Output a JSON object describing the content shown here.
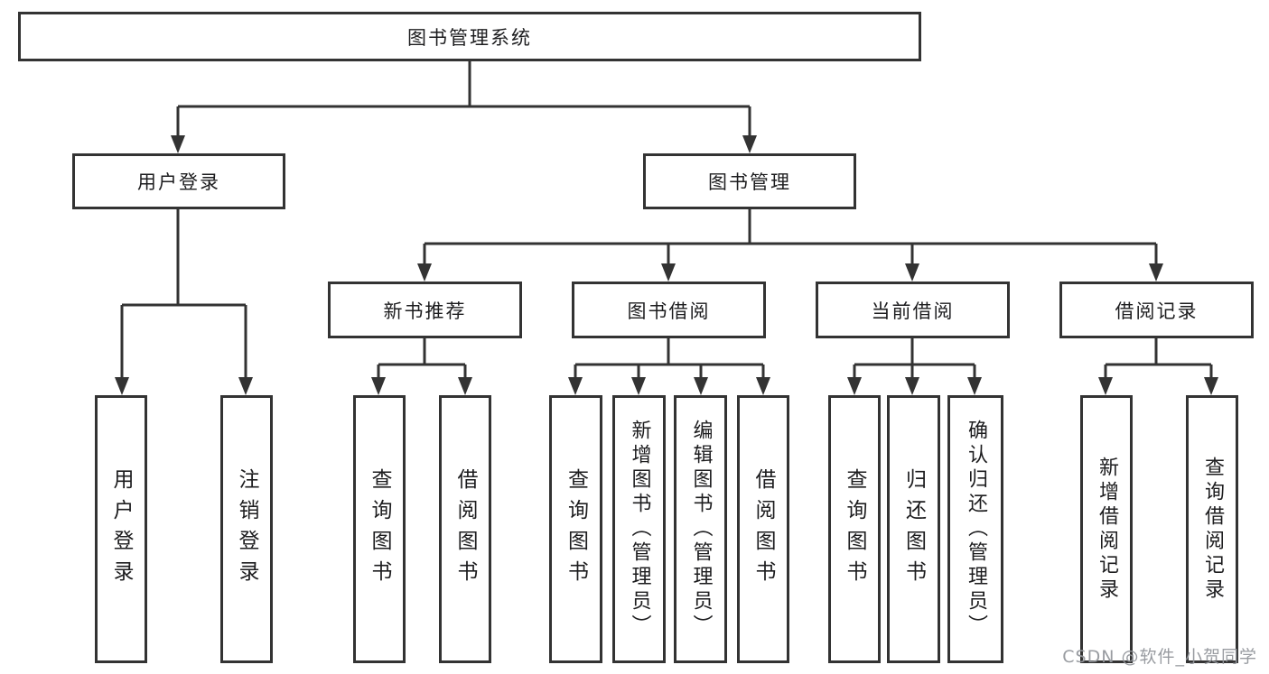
{
  "diagram": {
    "title_node": {
      "label": "图书管理系统"
    },
    "level1": [
      {
        "id": "user-login",
        "label": "用户登录"
      },
      {
        "id": "book-management",
        "label": "图书管理"
      }
    ],
    "level2": [
      {
        "id": "new-book-recommendation",
        "label": "新书推荐"
      },
      {
        "id": "book-borrowing",
        "label": "图书借阅"
      },
      {
        "id": "current-borrowing",
        "label": "当前借阅"
      },
      {
        "id": "borrowing-records",
        "label": "借阅记录"
      }
    ],
    "leaves": [
      {
        "parent": "用户登录",
        "label": "用户登录"
      },
      {
        "parent": "用户登录",
        "label": "注销登录"
      },
      {
        "parent": "新书推荐",
        "label": "查询图书"
      },
      {
        "parent": "新书推荐",
        "label": "借阅图书"
      },
      {
        "parent": "图书借阅",
        "label": "查询图书"
      },
      {
        "parent": "图书借阅",
        "label": "新增图书（管理员）"
      },
      {
        "parent": "图书借阅",
        "label": "编辑图书（管理员）"
      },
      {
        "parent": "图书借阅",
        "label": "借阅图书"
      },
      {
        "parent": "当前借阅",
        "label": "查询图书"
      },
      {
        "parent": "当前借阅",
        "label": "归还图书"
      },
      {
        "parent": "当前借阅",
        "label": "确认归还（管理员）"
      },
      {
        "parent": "借阅记录",
        "label": "新增借阅记录"
      },
      {
        "parent": "借阅记录",
        "label": "查询借阅记录"
      }
    ],
    "watermark": "CSDN @软件_小贺同学",
    "colors": {
      "background": "#ffffff",
      "line": "#333333",
      "box_border": "#333333",
      "box_fill": "#ffffff",
      "text": "#1d1d1f",
      "watermark": "#94979c"
    }
  }
}
